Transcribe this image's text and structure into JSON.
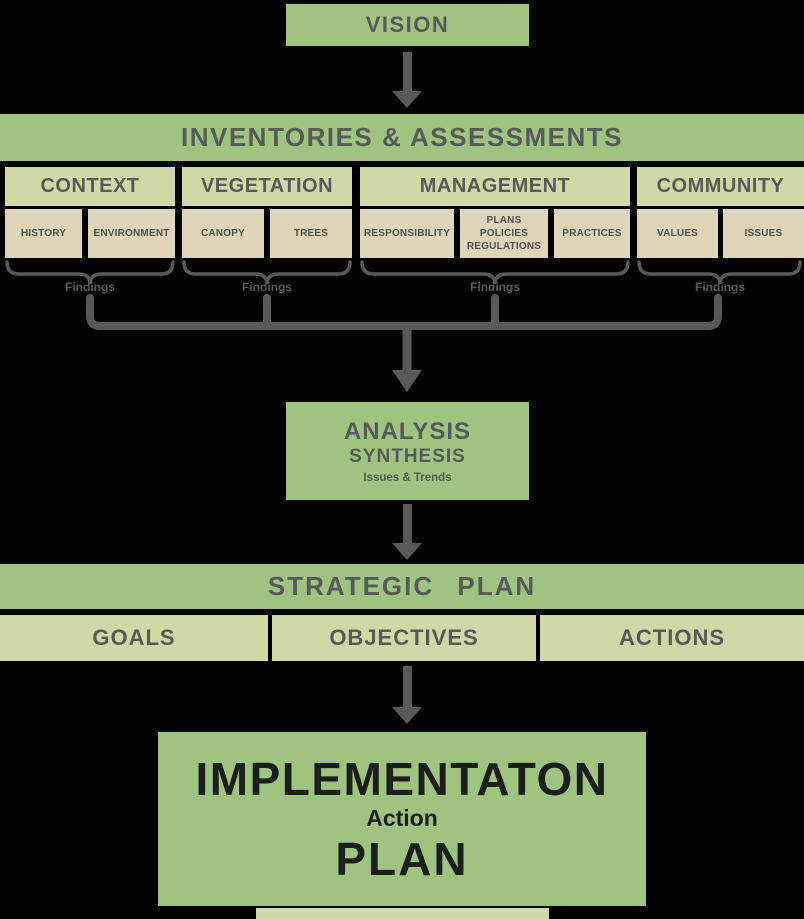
{
  "colors": {
    "background": "#000000",
    "green": "#9dc57f",
    "light_green": "#ced9a6",
    "tan": "#ded4b8",
    "heading_text": "#58595b",
    "dark_text": "#1d1d1b",
    "connector": "#58595b"
  },
  "vision": {
    "label": "VISION"
  },
  "inventories": {
    "title": "INVENTORIES & ASSESSMENTS",
    "groups": [
      {
        "label": "CONTEXT",
        "items": [
          "HISTORY",
          "ENVIRONMENT"
        ],
        "findings": "Findings"
      },
      {
        "label": "VEGETATION",
        "items": [
          "CANOPY",
          "TREES"
        ],
        "findings": "Findings"
      },
      {
        "label": "MANAGEMENT",
        "items": [
          "RESPONSIBILITY",
          "PLANS\nPOLICIES\nREGULATIONS",
          "PRACTICES"
        ],
        "findings": "Findings"
      },
      {
        "label": "COMMUNITY",
        "items": [
          "VALUES",
          "ISSUES"
        ],
        "findings": "Findings"
      }
    ]
  },
  "analysis": {
    "line1": "ANALYSIS",
    "line2": "SYNTHESIS",
    "line3": "Issues & Trends"
  },
  "strategic_plan": {
    "title": "STRATEGIC PLAN",
    "items": [
      "GOALS",
      "OBJECTIVES",
      "ACTIONS"
    ]
  },
  "implementation": {
    "line1": "IMPLEMENTATON",
    "line2": "Action",
    "line3": "PLAN"
  }
}
